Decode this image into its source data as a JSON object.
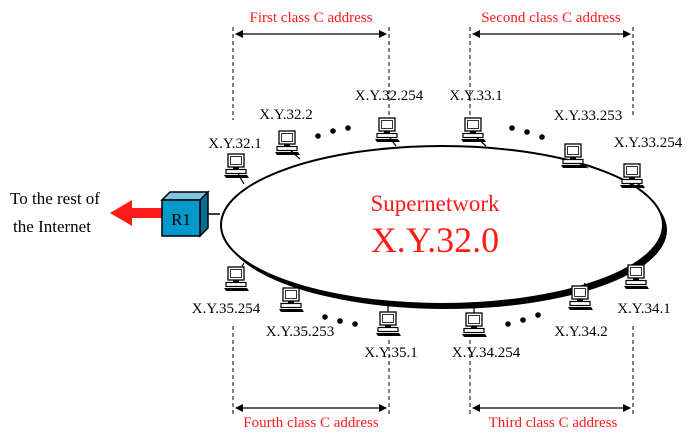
{
  "ranges": {
    "first": "First class C address",
    "second": "Second class C address",
    "third": "Third class C address",
    "fourth": "Fourth class C address"
  },
  "hosts": {
    "h32_1": "X.Y.32.1",
    "h32_2": "X.Y.32.2",
    "h32_254": "X.Y.32.254",
    "h33_1": "X.Y.33.1",
    "h33_253": "X.Y.33.253",
    "h33_254": "X.Y.33.254",
    "h34_1": "X.Y.34.1",
    "h34_2": "X.Y.34.2",
    "h34_254": "X.Y.34.254",
    "h35_1": "X.Y.35.1",
    "h35_253": "X.Y.35.253",
    "h35_254": "X.Y.35.254"
  },
  "network": {
    "title": "Supernetwork",
    "address": "X.Y.32.0"
  },
  "router": {
    "label": "R1"
  },
  "internet": {
    "line1": "To the rest of",
    "line2": "the Internet"
  },
  "colors": {
    "accent": "#ff1a1a",
    "router": "#0099cc"
  }
}
